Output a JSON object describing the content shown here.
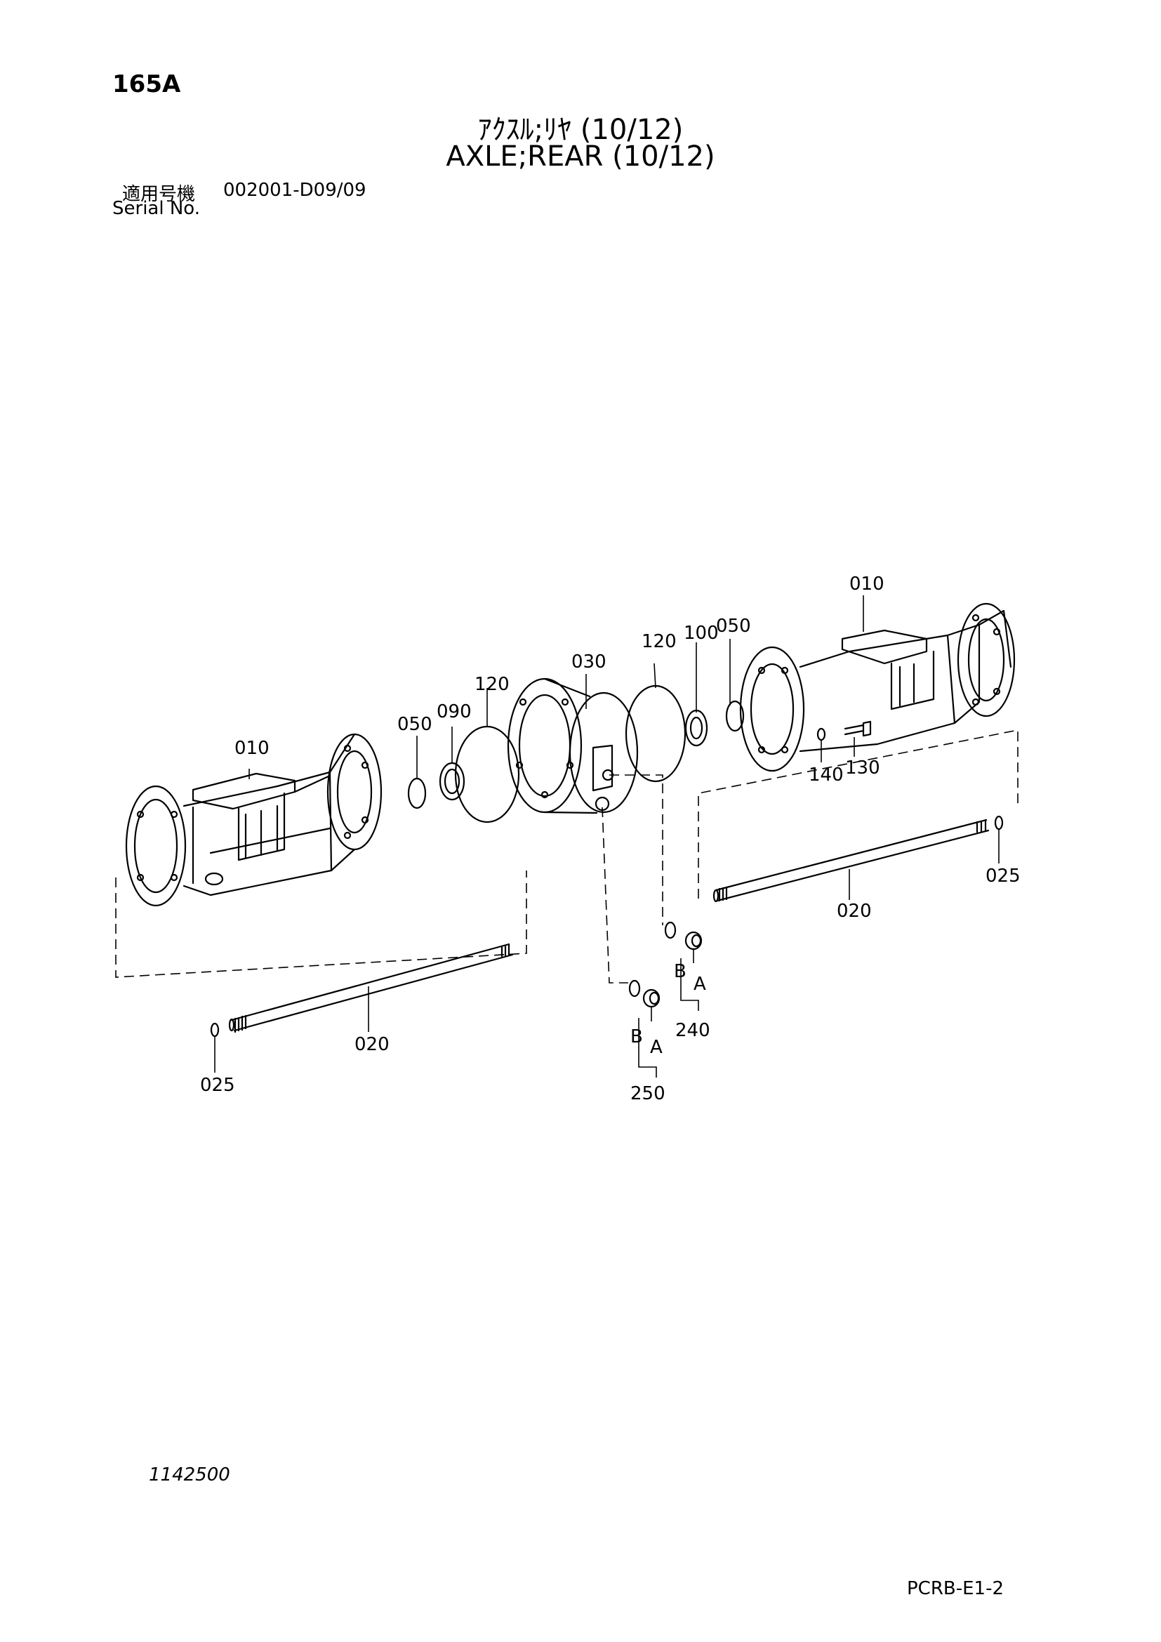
{
  "header": {
    "page_number": "165A",
    "title_jp": "ｱｸｽﾙ;ﾘﾔ (10/12)",
    "title_en": "AXLE;REAR (10/12)",
    "serial_label_jp": "適用号機",
    "serial_value": "002001-D09/09",
    "serial_label_en": "Serial No."
  },
  "callouts": {
    "c010_right": "010",
    "c050_right": "050",
    "c100": "100",
    "c120_right": "120",
    "c030": "030",
    "c120_left": "120",
    "c090": "090",
    "c050_left": "050",
    "c010_left": "010",
    "c140": "140",
    "c130": "130",
    "c025_right": "025",
    "c020_right": "020",
    "c020_left": "020",
    "c025_left": "025",
    "b_upper": "B",
    "a_upper": "A",
    "c240": "240",
    "b_lower": "B",
    "a_lower": "A",
    "c250": "250"
  },
  "footer": {
    "drawing_number": "1142500",
    "page_code": "PCRB-E1-2"
  }
}
